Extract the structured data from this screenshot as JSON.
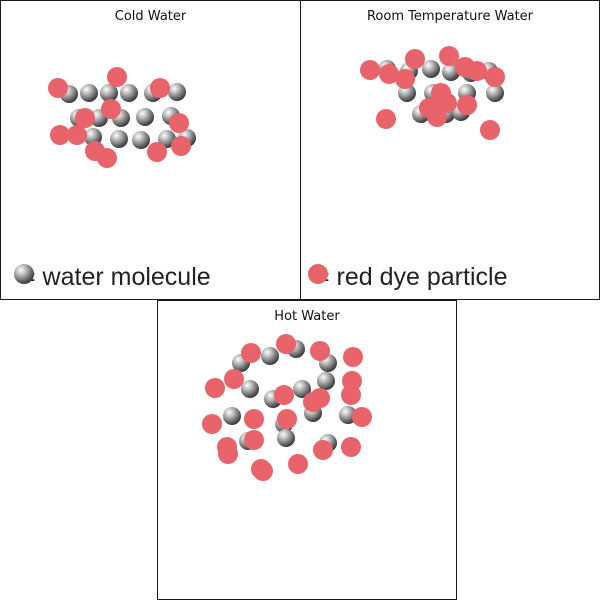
{
  "panels": {
    "cold": {
      "title": "Cold Water"
    },
    "room": {
      "title": "Room Temperature Water"
    },
    "hot": {
      "title": "Hot Water"
    }
  },
  "legend": {
    "water": {
      "label": "= water molecule",
      "icon": "gray-sphere-icon"
    },
    "dye": {
      "label": "= red dye particle",
      "icon": "red-dot-icon"
    }
  },
  "colors": {
    "water_molecule": "#8a8a8a",
    "dye_particle": "#e8636a",
    "border": "#1a1a1a"
  }
}
